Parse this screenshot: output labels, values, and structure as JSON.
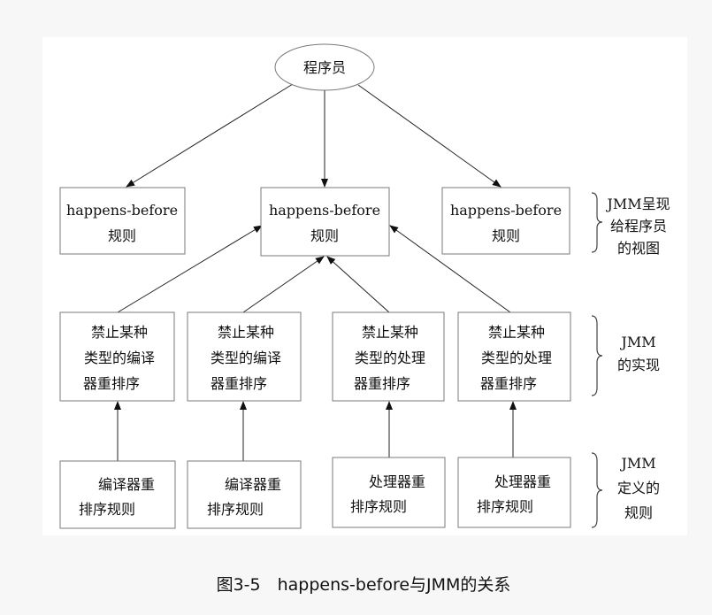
{
  "diagram": {
    "top": {
      "label": "程序员"
    },
    "rules_row": [
      {
        "line1": "happens-before",
        "line2": "规则"
      },
      {
        "line1": "happens-before",
        "line2": "规则"
      },
      {
        "line1": "happens-before",
        "line2": "规则"
      }
    ],
    "reorder_row": [
      {
        "line1": "禁止某种",
        "line2": "类型的编译",
        "line3": "器重排序"
      },
      {
        "line1": "禁止某种",
        "line2": "类型的编译",
        "line3": "器重排序"
      },
      {
        "line1": "禁止某种",
        "line2": "类型的处理",
        "line3": "器重排序"
      },
      {
        "line1": "禁止某种",
        "line2": "类型的处理",
        "line3": "器重排序"
      }
    ],
    "base_row": [
      {
        "line1": "编译器重",
        "line2": "排序规则"
      },
      {
        "line1": "编译器重",
        "line2": "排序规则"
      },
      {
        "line1": "处理器重",
        "line2": "排序规则"
      },
      {
        "line1": "处理器重",
        "line2": "排序规则"
      }
    ],
    "side_labels": [
      {
        "line1": "JMM呈现",
        "line2": "给程序员",
        "line3": "的视图"
      },
      {
        "line1": "JMM",
        "line2": "的实现"
      },
      {
        "line1": "JMM",
        "line2": "定义的",
        "line3": "规则"
      }
    ]
  },
  "caption": "图3-5　happens-before与JMM的关系"
}
